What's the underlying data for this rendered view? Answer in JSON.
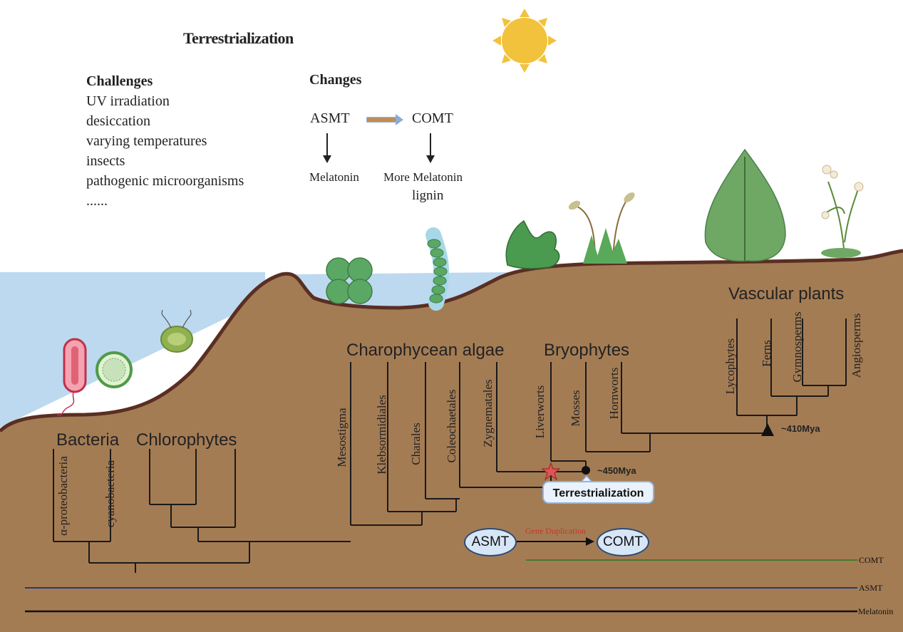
{
  "title": "Terrestrialization",
  "challenges": {
    "heading": "Challenges",
    "items": [
      "UV irradiation",
      "desiccation",
      "varying temperatures",
      "insects",
      "pathogenic microorganisms",
      "......"
    ]
  },
  "changes": {
    "heading": "Changes",
    "from": "ASMT",
    "to": "COMT",
    "from_result": "Melatonin",
    "to_result_1": "More Melatonin",
    "to_result_2": "lignin"
  },
  "groups": {
    "bacteria": "Bacteria",
    "chlorophytes": "Chlorophytes",
    "charophycean": "Charophycean algae",
    "bryophytes": "Bryophytes",
    "vascular": "Vascular plants"
  },
  "taxa": {
    "alpha_proteobacteria": "α-proteobacteria",
    "cyanobacteria": "cyanobacteria",
    "mesostigma": "Mesostigma",
    "klebsormidiales": "Klebsormidiales",
    "charales": "Charales",
    "coleochaetales": "Coleochaetales",
    "zygnematales": "Zygnematales",
    "liverworts": "Liverworts",
    "mosses": "Mosses",
    "hornworts": "Hornworts",
    "lycophytes": "Lycophytes",
    "ferns": "Ferns",
    "gymnosperms": "Gymnosperms",
    "angiosperms": "Angiosperms"
  },
  "timeline": {
    "mya_450": "~450Mya",
    "mya_410": "~410Mya",
    "terrestrialization_label": "Terrestrialization"
  },
  "duplication": {
    "from": "ASMT",
    "to": "COMT",
    "label": "Gene Duplication"
  },
  "lines": {
    "comt": "COMT",
    "asmt": "ASMT",
    "melatonin": "Melatonin"
  },
  "colors": {
    "soil": "#a47c54",
    "soil_edge": "#5a2e22",
    "water": "#bcd9f0",
    "sun": "#f2c23c",
    "comt_line": "#3f7a2a",
    "asmt_line": "#1d3f72",
    "melatonin_line": "#111111",
    "duplication_text": "#c0392b"
  }
}
